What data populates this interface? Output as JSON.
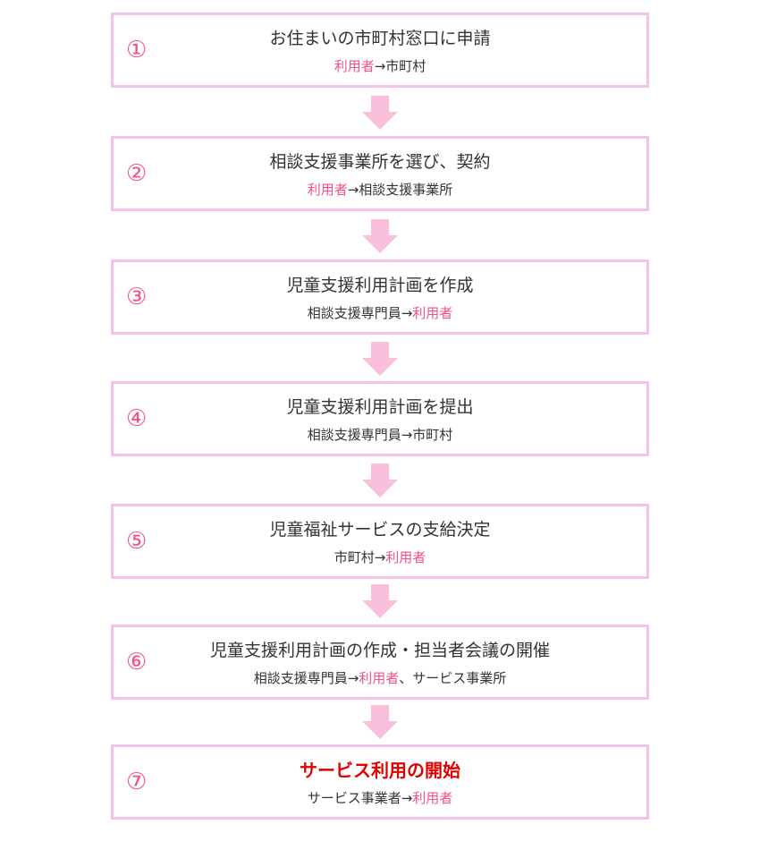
{
  "colors": {
    "border": "#f2c2ea",
    "arrow": "#fac0db",
    "accent": "#f0508c",
    "highlight": "#e00000",
    "text": "#333333"
  },
  "steps": [
    {
      "num": "①",
      "title": "お住まいの市町村窓口に申請",
      "flow": [
        {
          "text": "利用者",
          "pink": true
        },
        {
          "text": "→市町村",
          "pink": false
        }
      ]
    },
    {
      "num": "②",
      "title": "相談支援事業所を選び、契約",
      "flow": [
        {
          "text": "利用者",
          "pink": true
        },
        {
          "text": "→相談支援事業所",
          "pink": false
        }
      ]
    },
    {
      "num": "③",
      "title": "児童支援利用計画を作成",
      "flow": [
        {
          "text": "相談支援専門員→",
          "pink": false
        },
        {
          "text": "利用者",
          "pink": true
        }
      ]
    },
    {
      "num": "④",
      "title": "児童支援利用計画を提出",
      "flow": [
        {
          "text": "相談支援専門員→市町村",
          "pink": false
        }
      ]
    },
    {
      "num": "⑤",
      "title": "児童福祉サービスの支給決定",
      "flow": [
        {
          "text": "市町村→",
          "pink": false
        },
        {
          "text": "利用者",
          "pink": true
        }
      ]
    },
    {
      "num": "⑥",
      "title": "児童支援利用計画の作成・担当者会議の開催",
      "flow": [
        {
          "text": "相談支援専門員→",
          "pink": false
        },
        {
          "text": "利用者",
          "pink": true
        },
        {
          "text": "、サービス事業所",
          "pink": false
        }
      ]
    },
    {
      "num": "⑦",
      "title": "サービス利用の開始",
      "highlight": true,
      "flow": [
        {
          "text": "サービス事業者→",
          "pink": false
        },
        {
          "text": "利用者",
          "pink": true
        }
      ]
    }
  ]
}
